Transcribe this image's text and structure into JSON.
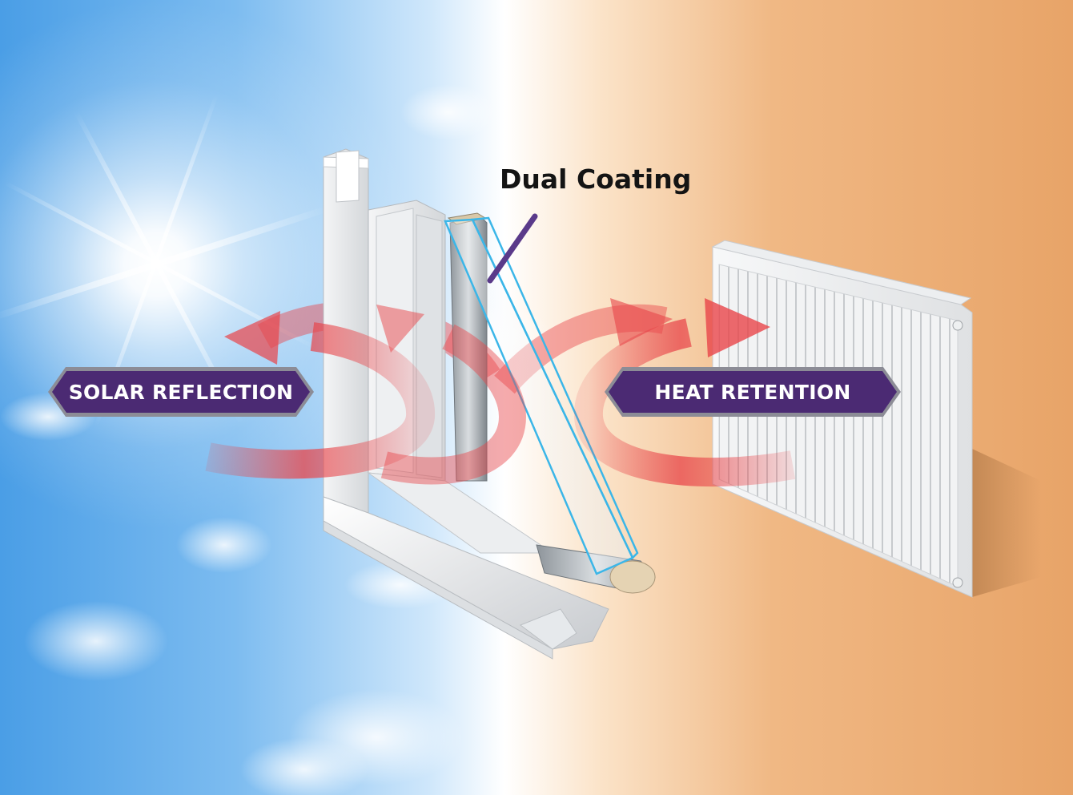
{
  "labels": {
    "solar": "SOLAR REFLECTION",
    "heat": "HEAT RETENTION",
    "coating": "Dual Coating"
  },
  "icons": {
    "sun": "sun-icon",
    "window": "window-frame-cross-section",
    "radiator": "radiator-icon",
    "arrows": "heat-flow-arrows"
  },
  "colors": {
    "pill_fill": "#4b2a73",
    "pill_border": "#8c8c96",
    "arrow": "#e8454a",
    "glass_edge": "#3bb6e8",
    "pointer": "#5a3a8a",
    "sky": "#4a9ee6",
    "warm": "#e8a468"
  }
}
